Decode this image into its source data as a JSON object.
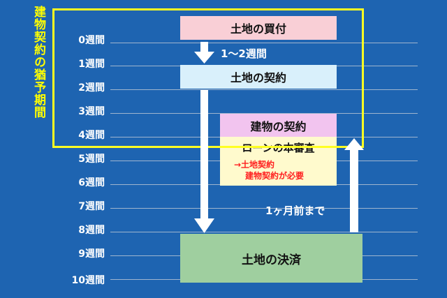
{
  "colors": {
    "background": "#1e64b1",
    "frame": "#ffff22",
    "purchase": "#f9cfd6",
    "land_contract": "#d9f0fb",
    "building_contract": "#f2c4ef",
    "loan": "#fffacd",
    "settlement": "#9fcf9f",
    "note": "#ff1f1f"
  },
  "vertical_title": "建物契約の猶予期間",
  "week_labels": [
    "0週間",
    "1週間",
    "2週間",
    "3週間",
    "4週間",
    "5週間",
    "6週間",
    "7週間",
    "8週間",
    "9週間",
    "10週間"
  ],
  "steps": {
    "land_purchase": "土地の買付",
    "land_contract": "土地の契約",
    "building_contract": "建物の契約",
    "loan_review": "ローンの本審査",
    "loan_note_1": "→土地契約",
    "loan_note_2": "建物契約が必要",
    "land_settlement": "土地の決済"
  },
  "arrow_labels": {
    "one_two_weeks": "1～2週間",
    "one_month_before": "1ヶ月前まで"
  }
}
